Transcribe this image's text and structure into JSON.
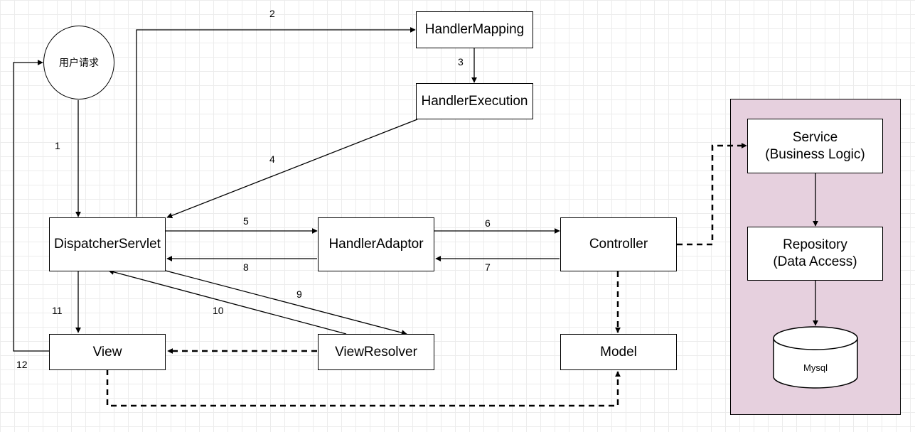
{
  "nodes": {
    "user_request": "用户请求",
    "dispatcher_servlet": "DispatcherServlet",
    "handler_mapping": "HandlerMapping",
    "handler_execution": "HandlerExecution",
    "handler_adaptor": "HandlerAdaptor",
    "controller": "Controller",
    "view": "View",
    "view_resolver": "ViewResolver",
    "model": "Model",
    "service": "Service\n(Business Logic)",
    "repository": "Repository\n(Data Access)",
    "mysql": "Mysql"
  },
  "edges": [
    {
      "from": "user_request",
      "to": "dispatcher_servlet",
      "label": "1",
      "style": "solid"
    },
    {
      "from": "dispatcher_servlet",
      "to": "handler_mapping",
      "label": "2",
      "style": "solid"
    },
    {
      "from": "handler_mapping",
      "to": "handler_execution",
      "label": "3",
      "style": "solid"
    },
    {
      "from": "handler_execution",
      "to": "dispatcher_servlet",
      "label": "4",
      "style": "solid"
    },
    {
      "from": "dispatcher_servlet",
      "to": "handler_adaptor",
      "label": "5",
      "style": "solid"
    },
    {
      "from": "handler_adaptor",
      "to": "controller",
      "label": "6",
      "style": "solid"
    },
    {
      "from": "controller",
      "to": "handler_adaptor",
      "label": "7",
      "style": "solid"
    },
    {
      "from": "handler_adaptor",
      "to": "dispatcher_servlet",
      "label": "8",
      "style": "solid"
    },
    {
      "from": "dispatcher_servlet",
      "to": "view_resolver",
      "label": "9",
      "style": "solid"
    },
    {
      "from": "view_resolver",
      "to": "dispatcher_servlet",
      "label": "10",
      "style": "solid"
    },
    {
      "from": "dispatcher_servlet",
      "to": "view",
      "label": "11",
      "style": "solid"
    },
    {
      "from": "view",
      "to": "user_request",
      "label": "12",
      "style": "solid"
    },
    {
      "from": "view_resolver",
      "to": "view",
      "label": "",
      "style": "dashed"
    },
    {
      "from": "controller",
      "to": "model",
      "label": "",
      "style": "dashed"
    },
    {
      "from": "view",
      "to": "model",
      "label": "",
      "style": "dashed"
    },
    {
      "from": "controller",
      "to": "service",
      "label": "",
      "style": "dashed"
    },
    {
      "from": "service",
      "to": "repository",
      "label": "",
      "style": "solid"
    },
    {
      "from": "repository",
      "to": "mysql",
      "label": "",
      "style": "solid"
    }
  ],
  "colors": {
    "group_fill": "#e6d0de",
    "grid": "#ececec",
    "stroke": "#000000"
  }
}
